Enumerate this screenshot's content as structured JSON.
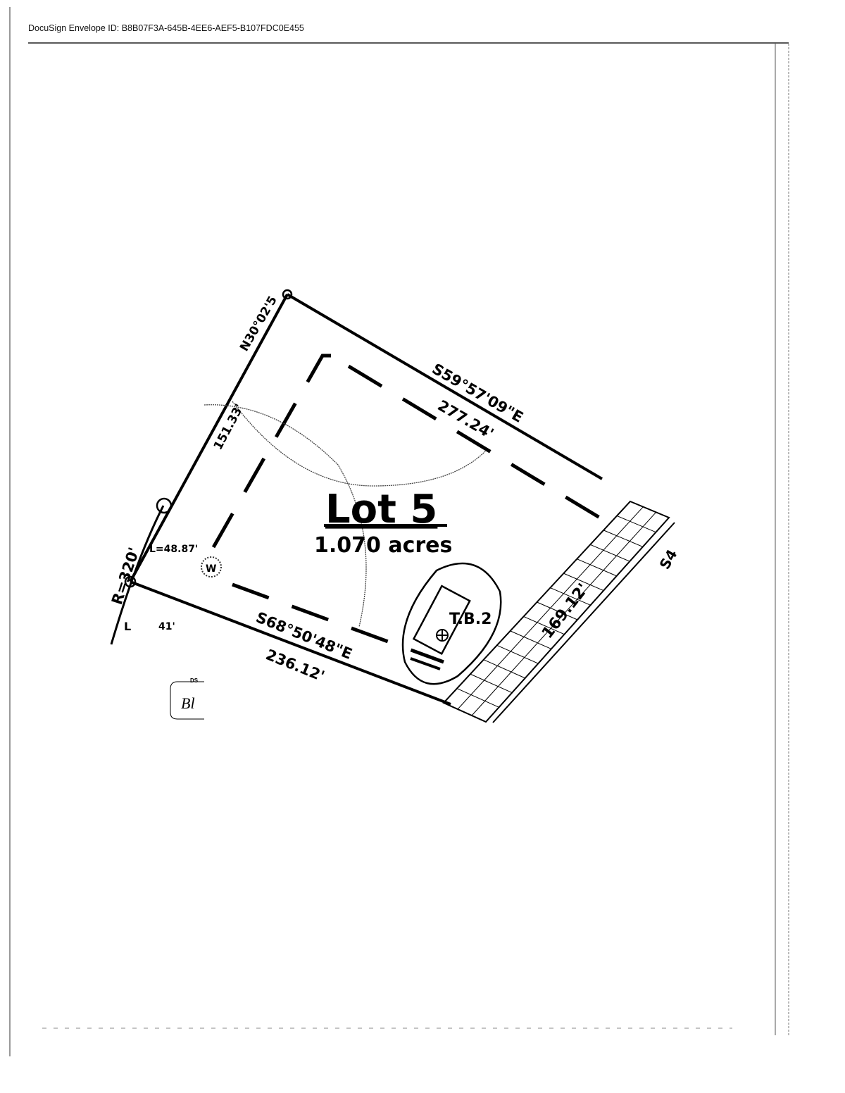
{
  "header": {
    "envelope_id": "DocuSign Envelope ID: B8B07F3A-645B-4EE6-AEF5-B107FDC0E455"
  },
  "plat": {
    "lot_title": "Lot 5",
    "lot_area": "1.070 acres",
    "north_bearing": "N30°02'5",
    "north_distance": "151.33'",
    "northeast_bearing": "S59°57'09\"E",
    "northeast_distance": "277.24'",
    "south_bearing": "S68°50'48\"E",
    "south_distance": "236.12'",
    "east_distance": "169.12'",
    "curve_radius": "R=320'",
    "curve_length": "L=48.87'",
    "lower_curve_label": "L",
    "lower_curve_value": "41'",
    "east_partial_label": "S4",
    "test_bore": "T.B.2",
    "well_label": "W"
  },
  "initials_stamp": {
    "tag": "DS",
    "initials": "Bl"
  }
}
